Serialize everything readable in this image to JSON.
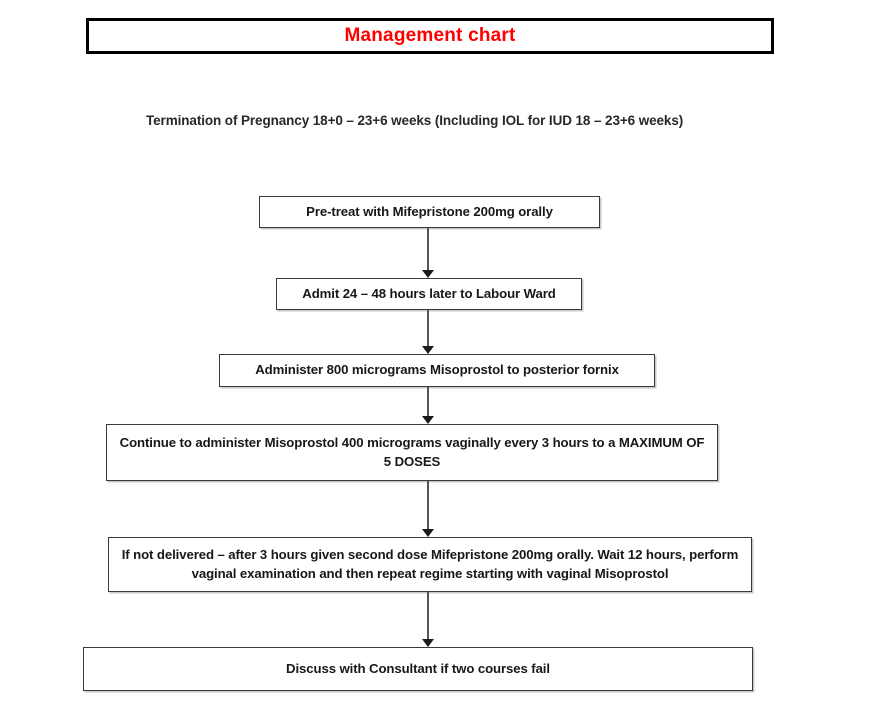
{
  "header": {
    "title": "Management chart",
    "title_color": "#ff0000",
    "border_color": "#000000"
  },
  "subtitle": {
    "text": "Termination of Pregnancy 18+0 – 23+6 weeks (Including IOL for IUD 18 – 23+6 weeks)"
  },
  "flowchart": {
    "type": "vertical-sequence",
    "steps": [
      {
        "id": "step-1",
        "text": "Pre-treat with Mifepristone 200mg orally"
      },
      {
        "id": "step-2",
        "text": "Admit 24 – 48 hours later to Labour Ward"
      },
      {
        "id": "step-3",
        "text": "Administer 800 micrograms Misoprostol to posterior fornix"
      },
      {
        "id": "step-4",
        "text": "Continue to administer Misoprostol 400 micrograms vaginally every 3 hours to a MAXIMUM OF 5 DOSES"
      },
      {
        "id": "step-5",
        "text": "If not delivered – after 3 hours given second dose Mifepristone 200mg orally.  Wait 12 hours, perform vaginal examination and then repeat regime starting with vaginal Misoprostol"
      },
      {
        "id": "step-6",
        "text": "Discuss with Consultant if two courses fail"
      }
    ],
    "connectors": [
      {
        "id": "arrow-1",
        "from": "step-1",
        "to": "step-2",
        "icon": "down-arrow-icon"
      },
      {
        "id": "arrow-2",
        "from": "step-2",
        "to": "step-3",
        "icon": "down-arrow-icon"
      },
      {
        "id": "arrow-3",
        "from": "step-3",
        "to": "step-4",
        "icon": "down-arrow-icon"
      },
      {
        "id": "arrow-4",
        "from": "step-4",
        "to": "step-5",
        "icon": "down-arrow-icon"
      },
      {
        "id": "arrow-5",
        "from": "step-5",
        "to": "step-6",
        "icon": "down-arrow-icon"
      }
    ],
    "box_border_color": "#3a3a3a",
    "text_color": "#16181a"
  }
}
